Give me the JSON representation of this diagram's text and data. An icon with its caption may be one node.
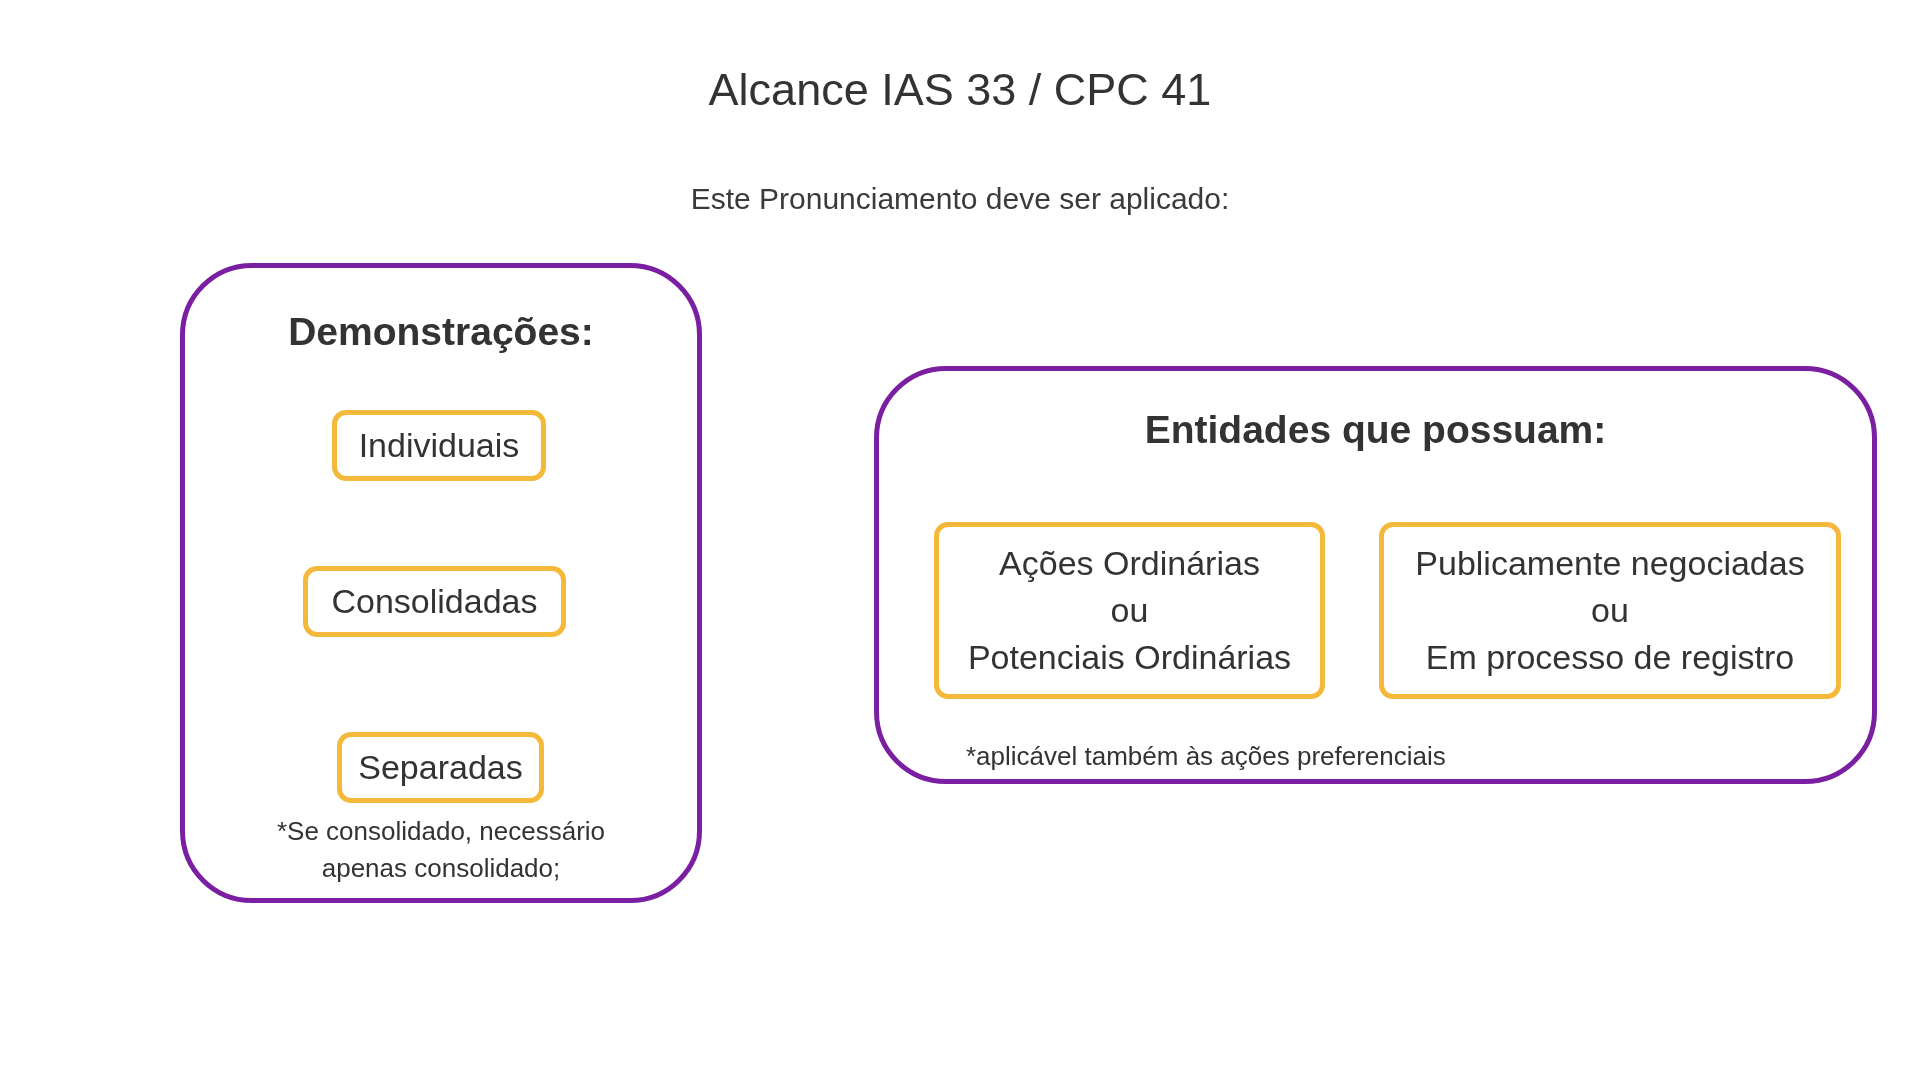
{
  "diagram": {
    "title": "Alcance IAS 33 / CPC 41",
    "nodes": [
      {
        "text": [
          "Demonstrações:",
          "*Se consolidado, necessário apenas consolidado;"
        ]
      },
      {
        "text": [
          "Individuais"
        ],
        "in": 0
      },
      {
        "text": [
          "Consolidadas"
        ],
        "in": 0
      },
      {
        "text": [
          "Separadas"
        ],
        "in": 0
      },
      {
        "text": [
          "Entidades que possuam:",
          "*aplicável também às ações preferenciais"
        ]
      },
      {
        "text": [
          "Ações Ordinárias",
          "ou",
          "Potenciais Ordinárias"
        ],
        "in": 4
      },
      {
        "text": [
          "Publicamente negociadas",
          "ou",
          "Em processo de registro"
        ],
        "in": 4
      }
    ],
    "labels": [
      "Este Pronunciamento deve ser aplicado:"
    ]
  }
}
